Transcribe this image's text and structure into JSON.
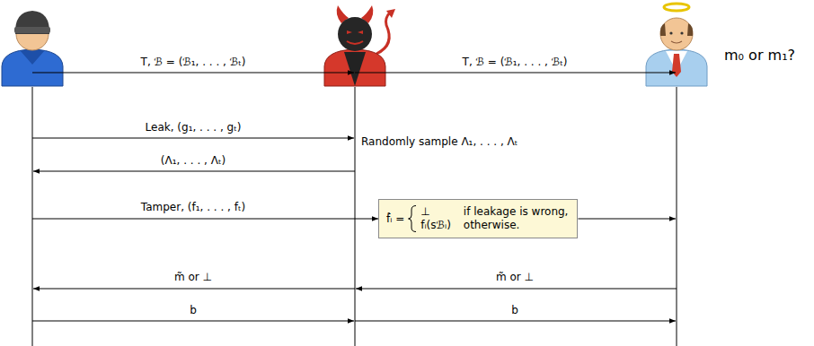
{
  "diagram": {
    "nodes": [
      {
        "text": [
          "f̂ᵢ =",
          "⊥",
          "if leakage is wrong,",
          "fᵢ(sℬᵢ)",
          "otherwise."
        ]
      }
    ],
    "labels": [
      "m₀ or m₁?",
      "T, ℬ = (ℬ₁, . . . , ℬₜ)",
      "T, ℬ = (ℬ₁, . . . , ℬₜ)",
      "Leak, (g₁, . . . , gₜ)",
      "Randomly sample Λ₁, . . . , Λₜ",
      "(Λ₁, . . . , Λₜ)",
      "Tamper, (f₁, . . . , fₜ)",
      "m̃ or ⊥",
      "m̃ or ⊥",
      "b",
      "b"
    ]
  }
}
